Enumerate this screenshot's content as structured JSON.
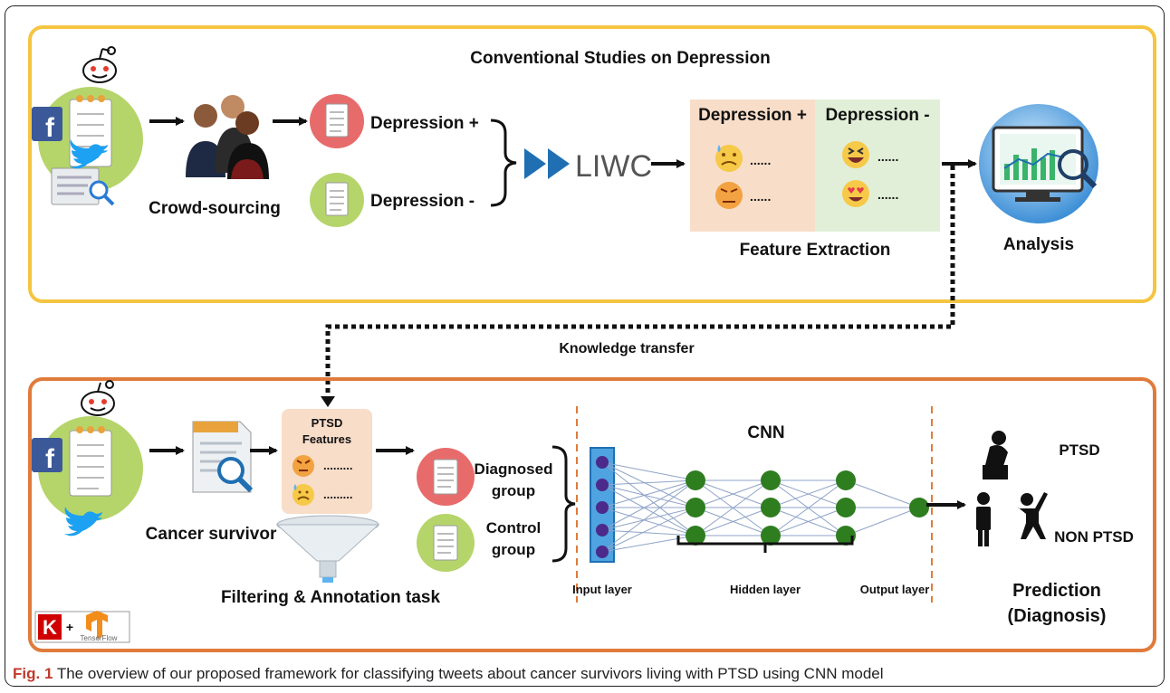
{
  "top_panel": {
    "title": "Conventional Studies on Depression",
    "crowd_label": "Crowd-sourcing",
    "dep_pos_label": "Depression +",
    "dep_neg_label": "Depression -",
    "liwc_label": "LIWC",
    "feat_pos_header": "Depression +",
    "feat_neg_header": "Depression -",
    "dots": "......",
    "feature_label": "Feature Extraction",
    "analysis_label": "Analysis"
  },
  "transfer_label": "Knowledge transfer",
  "bottom_panel": {
    "survivor_label": "Cancer survivor",
    "ptsd_features_line1": "PTSD",
    "ptsd_features_line2": "Features",
    "dots": ".........",
    "filter_label": "Filtering & Annotation task",
    "diagnosed_line1": "Diagnosed",
    "diagnosed_line2": "group",
    "control_line1": "Control",
    "control_line2": "group",
    "cnn_label": "CNN",
    "input_layer_label": "Input layer",
    "hidden_layer_label": "Hidden layer",
    "output_layer_label": "Output layer",
    "ptsd_label": "PTSD",
    "non_ptsd_label": "NON PTSD",
    "prediction_line1": "Prediction",
    "prediction_line2": "(Diagnosis)",
    "keras_letter": "K",
    "tensorflow_text": "TensorFlow"
  },
  "caption": {
    "prefix": "Fig. 1",
    "text": "The overview of our proposed framework for classifying tweets about cancer survivors living with PTSD using CNN model"
  },
  "colors": {
    "top_border": "#f5c542",
    "bottom_border": "#e07b3c",
    "green_circle": "#b5d56a",
    "red_circle": "#e86b6b",
    "node_green": "#2e7d1f",
    "node_purple": "#4b2a8c",
    "input_bar": "#4fa3e0",
    "feat_pos_bg": "#f8ddc9",
    "feat_neg_bg": "#e1efd8"
  }
}
